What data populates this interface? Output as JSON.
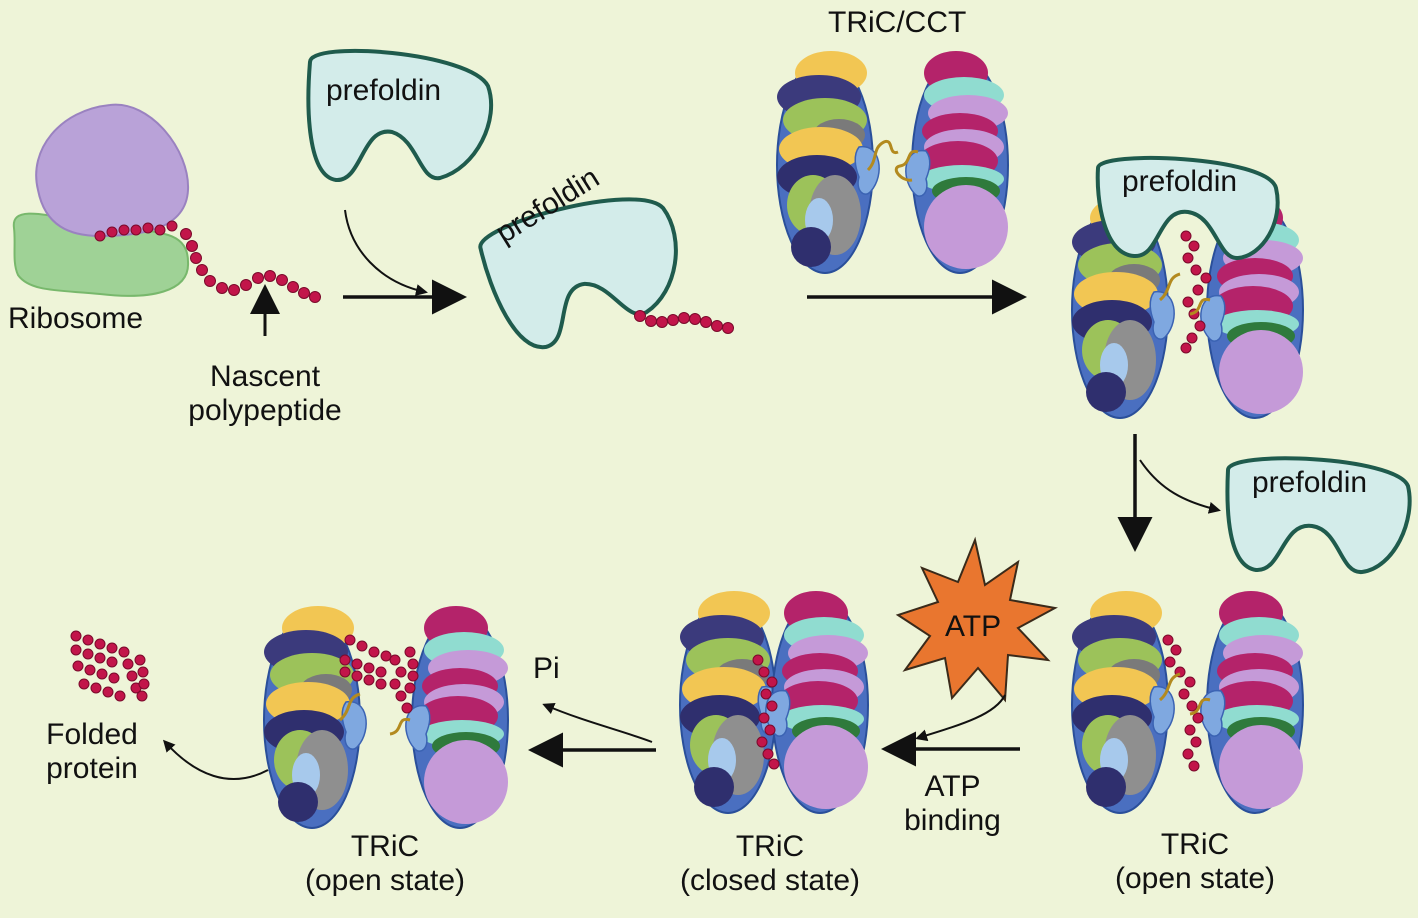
{
  "labels": {
    "ribosome": "Ribosome",
    "nascent_line1": "Nascent",
    "nascent_line2": "polypeptide",
    "prefoldin": "prefoldin",
    "tric_cct": "TRiC/CCT",
    "atp": "ATP",
    "atp_binding_line1": "ATP",
    "atp_binding_line2": "binding",
    "pi": "Pi",
    "folded_line1": "Folded",
    "folded_line2": "protein",
    "tric": "TRiC",
    "open_state": "(open state)",
    "closed_state": "(closed state)"
  },
  "colors": {
    "background": "#eef4d8",
    "ribosome_large": "#b9a2d8",
    "ribosome_small": "#9fd296",
    "prefoldin_fill": "#d3ecea",
    "prefoldin_stroke": "#1f5b4d",
    "polypeptide_bead": "#c2154a",
    "atp_burst": "#e9762f",
    "tric_outline": "#3b63b3",
    "tric_subunits": [
      "#f2c653",
      "#3b3a7c",
      "#9cc25a",
      "#7a7a7a",
      "#2f2f6e",
      "#a7c9ec",
      "#b4236a",
      "#90dcd0",
      "#c59ad8",
      "#2f7a3c",
      "#8f8f8f"
    ],
    "arrow": "#111111"
  }
}
